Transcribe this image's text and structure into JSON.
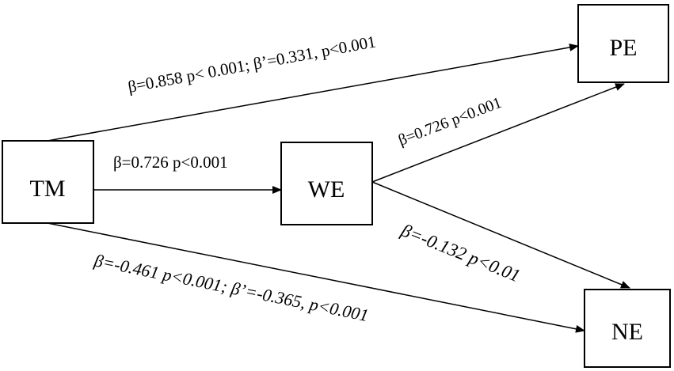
{
  "nodes": {
    "tm": "TM",
    "we": "WE",
    "pe": "PE",
    "ne": "NE"
  },
  "edges": {
    "tm_pe": "β=0.858 p< 0.001; β’=0.331, p<0.001",
    "tm_we": "β=0.726 p<0.001",
    "we_pe": "β=0.726 p<0.001",
    "we_ne": "β=-0.132 p<0.01",
    "tm_ne": "β=-0.461 p<0.001; β’=-0.365, p<0.001"
  },
  "colors": {
    "stroke": "#000000",
    "background": "#ffffff"
  }
}
